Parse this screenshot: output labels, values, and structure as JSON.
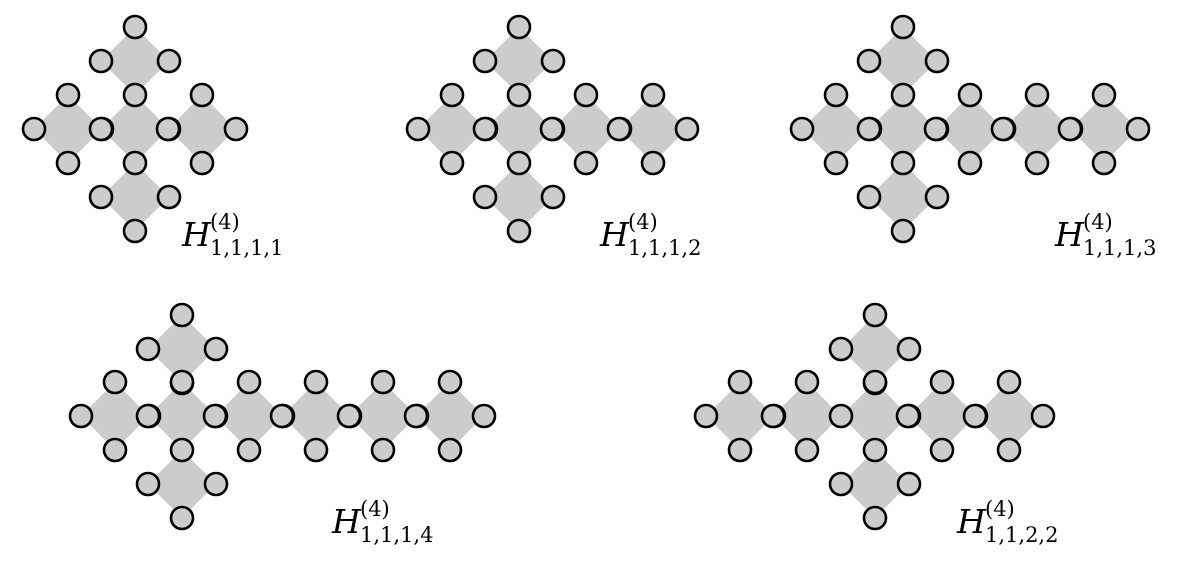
{
  "colors": {
    "tile_fill": "#cccccc",
    "vertex_fill": "#cccccc",
    "vertex_stroke": "#000000",
    "background": "#ffffff"
  },
  "graphs": [
    {
      "id": "h1111",
      "label": {
        "main": "H",
        "sup": "(4)",
        "sub": "1,1,1,1"
      }
    },
    {
      "id": "h1112",
      "label": {
        "main": "H",
        "sup": "(4)",
        "sub": "1,1,1,2"
      }
    },
    {
      "id": "h1113",
      "label": {
        "main": "H",
        "sup": "(4)",
        "sub": "1,1,1,3"
      }
    },
    {
      "id": "h1114",
      "label": {
        "main": "H",
        "sup": "(4)",
        "sub": "1,1,1,4"
      }
    },
    {
      "id": "h1122",
      "label": {
        "main": "H",
        "sup": "(4)",
        "sub": "1,1,2,2"
      }
    }
  ]
}
